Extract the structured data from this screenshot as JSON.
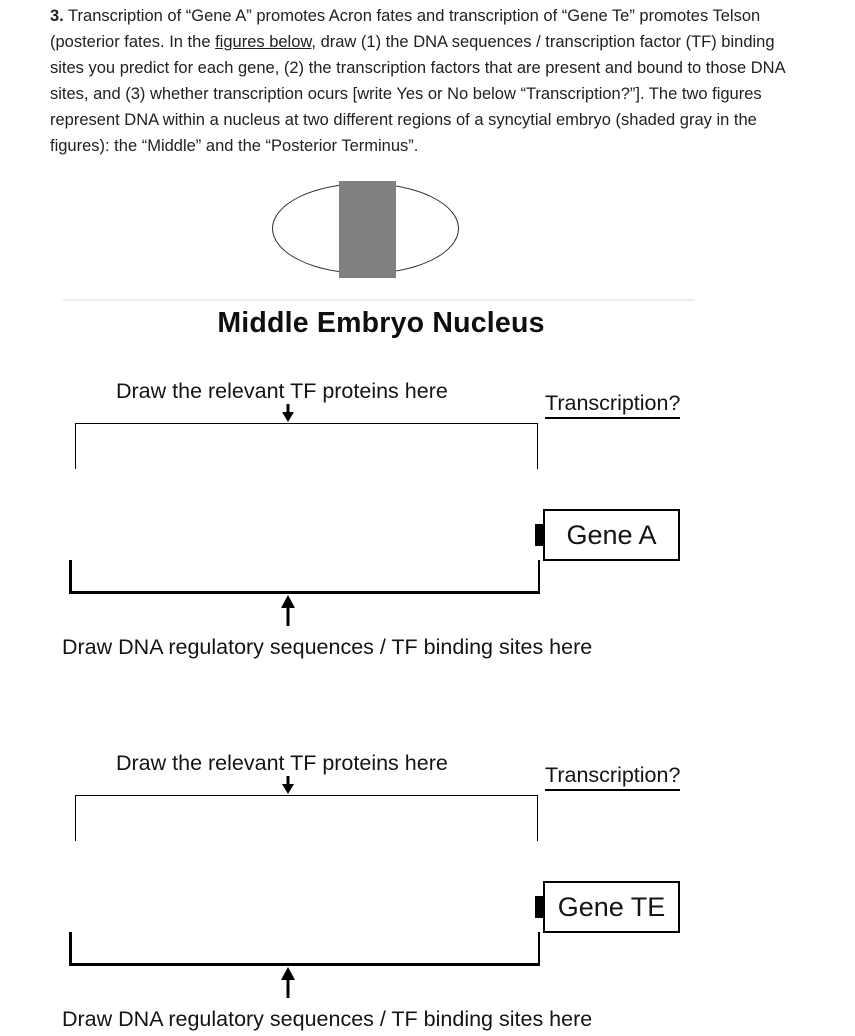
{
  "page": {
    "background": "#ffffff"
  },
  "question": {
    "segments": [
      {
        "text": "3.",
        "bold": true
      },
      {
        "text": " Transcription of “Gene A” promotes Acron fates and transcription of “Gene Te” promotes Telson (posterior fates. In the "
      },
      {
        "text": "figures below",
        "underline": true
      },
      {
        "text": ", draw (1) the DNA sequences / transcription factor (TF) binding sites you predict for each gene, (2) the transcription factors that are present and bound to those DNA sites, and (3) whether transcription ocurs [write Yes or No below “Transcription?”].  The two figures represent DNA within a nucleus at two different regions of a syncytial embryo (shaded gray in the figures): the “Middle” and the “Posterior Terminus”."
      }
    ]
  },
  "embryo_diagram": {
    "heading": "Middle Embryo Nucleus",
    "shaded_region_color": "#808080",
    "outline_color": "#2b2b2b"
  },
  "figures": [
    {
      "tf_label": "Draw the relevant TF proteins here",
      "transcription_label": "Transcription?",
      "gene_label": "Gene A",
      "dna_label": "Draw DNA regulatory sequences / TF binding sites here"
    },
    {
      "tf_label": "Draw the relevant TF proteins here",
      "transcription_label": "Transcription?",
      "gene_label": "Gene TE",
      "dna_label": "Draw DNA regulatory sequences / TF binding sites here"
    }
  ]
}
